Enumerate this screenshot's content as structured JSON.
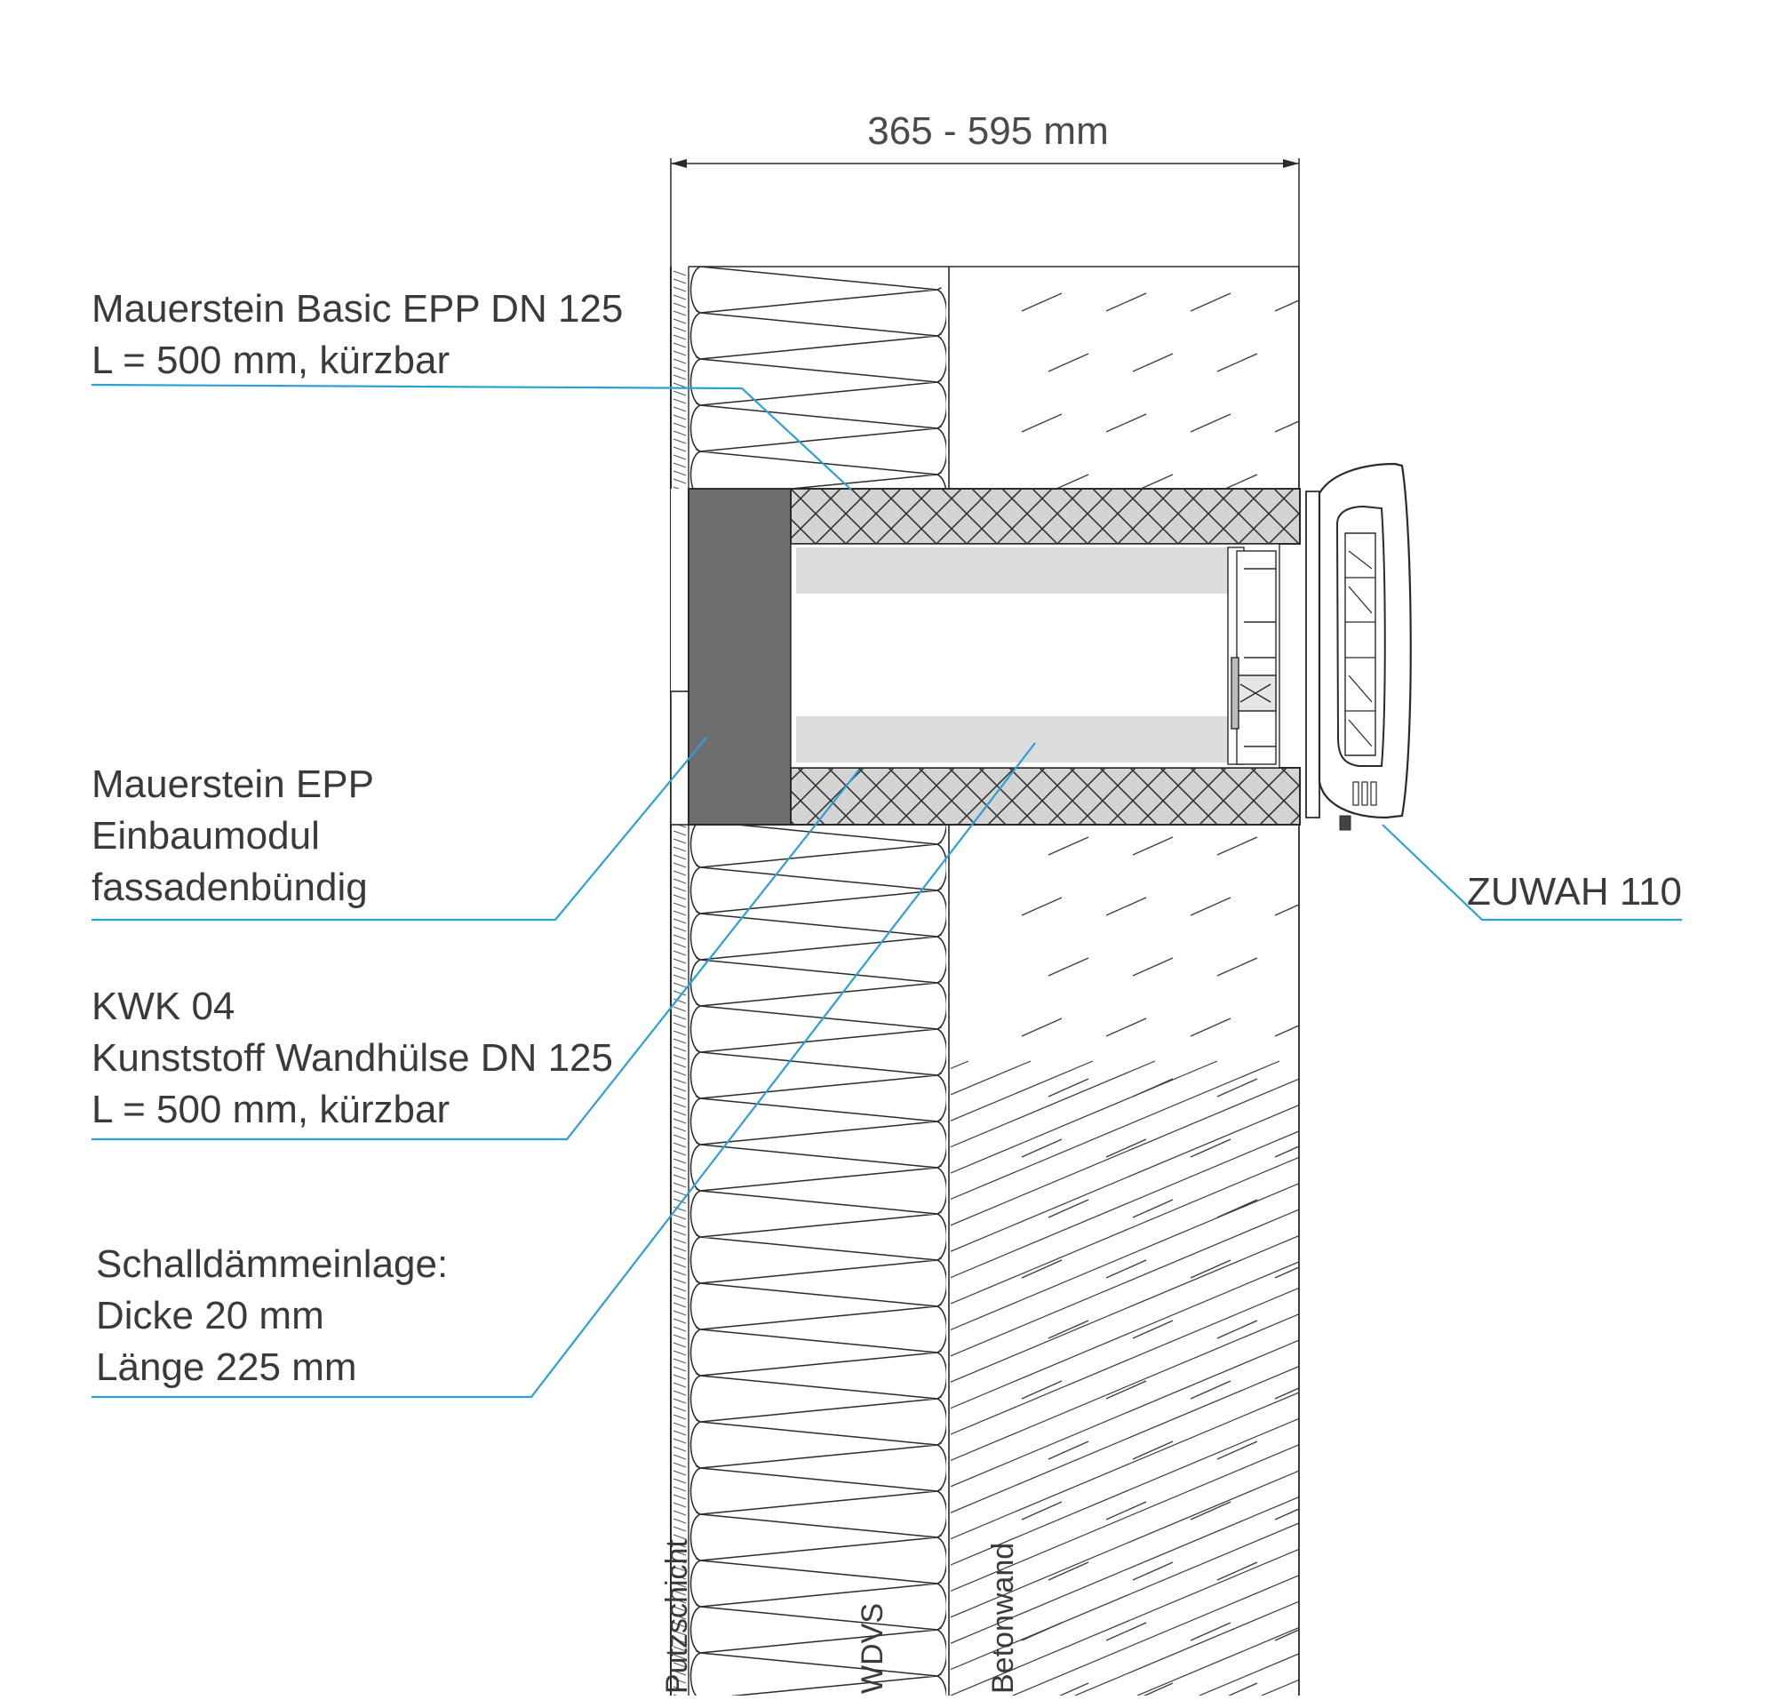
{
  "dimension": {
    "label": "365 - 595 mm"
  },
  "callouts": {
    "mauerstein_basic": {
      "lines": [
        "Mauerstein Basic EPP DN 125",
        "L = 500 mm, kürzbar"
      ]
    },
    "mauerstein_epp": {
      "lines": [
        "Mauerstein EPP",
        "Einbaumodul",
        "fassadenbündig"
      ]
    },
    "kwk": {
      "lines": [
        "KWK 04",
        "Kunststoff Wandhülse DN 125",
        "L = 500 mm, kürzbar"
      ]
    },
    "schall": {
      "lines": [
        "Schalldämmeinlage:",
        "Dicke 20 mm",
        "Länge 225 mm"
      ]
    },
    "zuwah": {
      "label": "ZUWAH 110"
    }
  },
  "layers": {
    "putz": "Putzschicht",
    "wdvs": "WDVS",
    "beton": "Betonwand"
  },
  "colors": {
    "leader": "#2e9fd6",
    "module": "#6e6e6e",
    "sleeve_liner": "#dcdcdc"
  }
}
